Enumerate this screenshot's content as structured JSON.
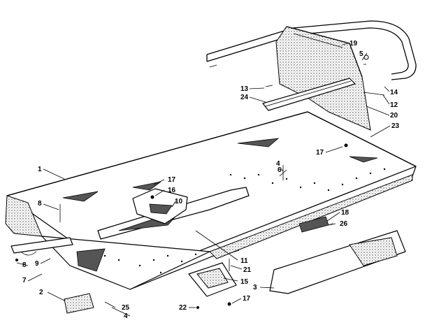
{
  "callouts": [
    {
      "id": "c1",
      "label": "1"
    },
    {
      "id": "c2",
      "label": "2"
    },
    {
      "id": "c3",
      "label": "3"
    },
    {
      "id": "c4a",
      "label": "4"
    },
    {
      "id": "c4b",
      "label": "4"
    },
    {
      "id": "c5",
      "label": "5"
    },
    {
      "id": "c6",
      "label": "6"
    },
    {
      "id": "c7",
      "label": "7"
    },
    {
      "id": "c8a",
      "label": "8"
    },
    {
      "id": "c8b",
      "label": "8"
    },
    {
      "id": "c9",
      "label": "9"
    },
    {
      "id": "c10",
      "label": "10"
    },
    {
      "id": "c11",
      "label": "11"
    },
    {
      "id": "c12",
      "label": "12"
    },
    {
      "id": "c13",
      "label": "13"
    },
    {
      "id": "c14",
      "label": "14"
    },
    {
      "id": "c15",
      "label": "15"
    },
    {
      "id": "c16",
      "label": "16"
    },
    {
      "id": "c17a",
      "label": "17"
    },
    {
      "id": "c17b",
      "label": "17"
    },
    {
      "id": "c17c",
      "label": "17"
    },
    {
      "id": "c18",
      "label": "18"
    },
    {
      "id": "c19",
      "label": "19"
    },
    {
      "id": "c20",
      "label": "20"
    },
    {
      "id": "c21",
      "label": "21"
    },
    {
      "id": "c22",
      "label": "22"
    },
    {
      "id": "c23",
      "label": "23"
    },
    {
      "id": "c24",
      "label": "24"
    },
    {
      "id": "c25",
      "label": "25"
    },
    {
      "id": "c26",
      "label": "26"
    }
  ]
}
